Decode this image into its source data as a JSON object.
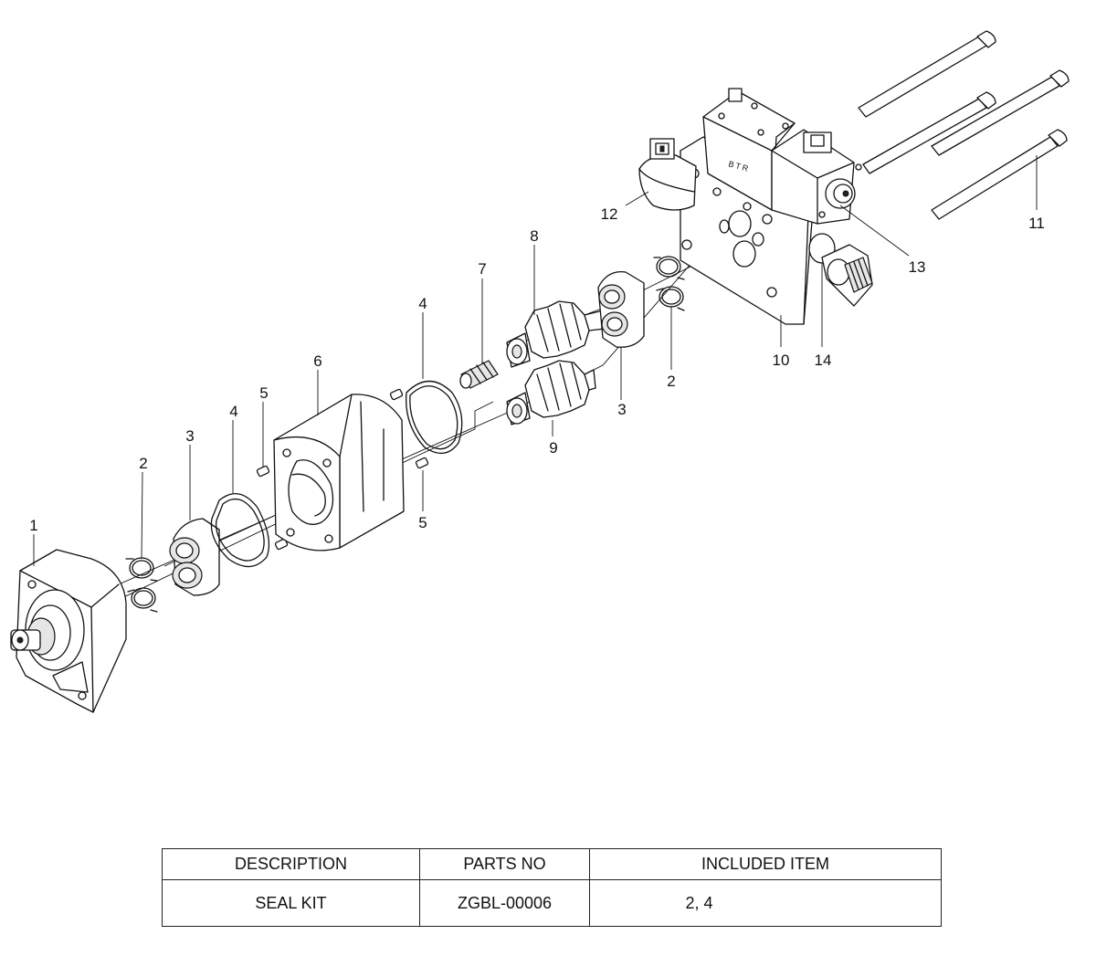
{
  "callouts": {
    "c1": "1",
    "c2a": "2",
    "c3a": "3",
    "c4a": "4",
    "c5a": "5",
    "c6": "6",
    "c4b": "4",
    "c5b": "5",
    "c7": "7",
    "c8": "8",
    "c9": "9",
    "c3b": "3",
    "c2b": "2",
    "c10": "10",
    "c14": "14",
    "c13": "13",
    "c12": "12",
    "c11": "11"
  },
  "stamp_text": "BTR",
  "table": {
    "headers": [
      "DESCRIPTION",
      "PARTS NO",
      "INCLUDED ITEM"
    ],
    "rows": [
      [
        "SEAL KIT",
        "ZGBL-00006",
        "2, 4"
      ]
    ]
  }
}
